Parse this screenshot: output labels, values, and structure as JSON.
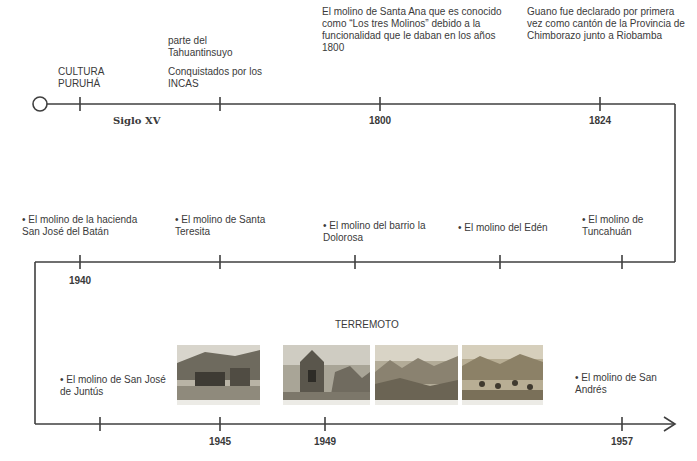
{
  "diagram": {
    "labels": [
      "CULTURA PURUHÁ",
      "Siglo XV",
      "parte del Tahuantinsuyo",
      "Conquistados por los INCAS",
      "El molino de Santa Ana que es conocido como “Los tres Molinos” debido a la funcionalidad que le daban en los años 1800",
      "1800",
      "Guano fue declarado por primera vez como cantón de la Provincia de Chimborazo junto a Riobamba",
      "1824",
      "• El molino de la hacienda San José del Batán",
      "1940",
      "• El molino de Santa Teresita",
      "• El molino del barrio la Dolorosa",
      "• El molino del Edén",
      "• El molino de Tuncahuán",
      "• El molino de San José de Juntús",
      "TERREMOTO",
      "1945",
      "1949",
      "• El molino de San Andrés",
      "1957"
    ]
  }
}
